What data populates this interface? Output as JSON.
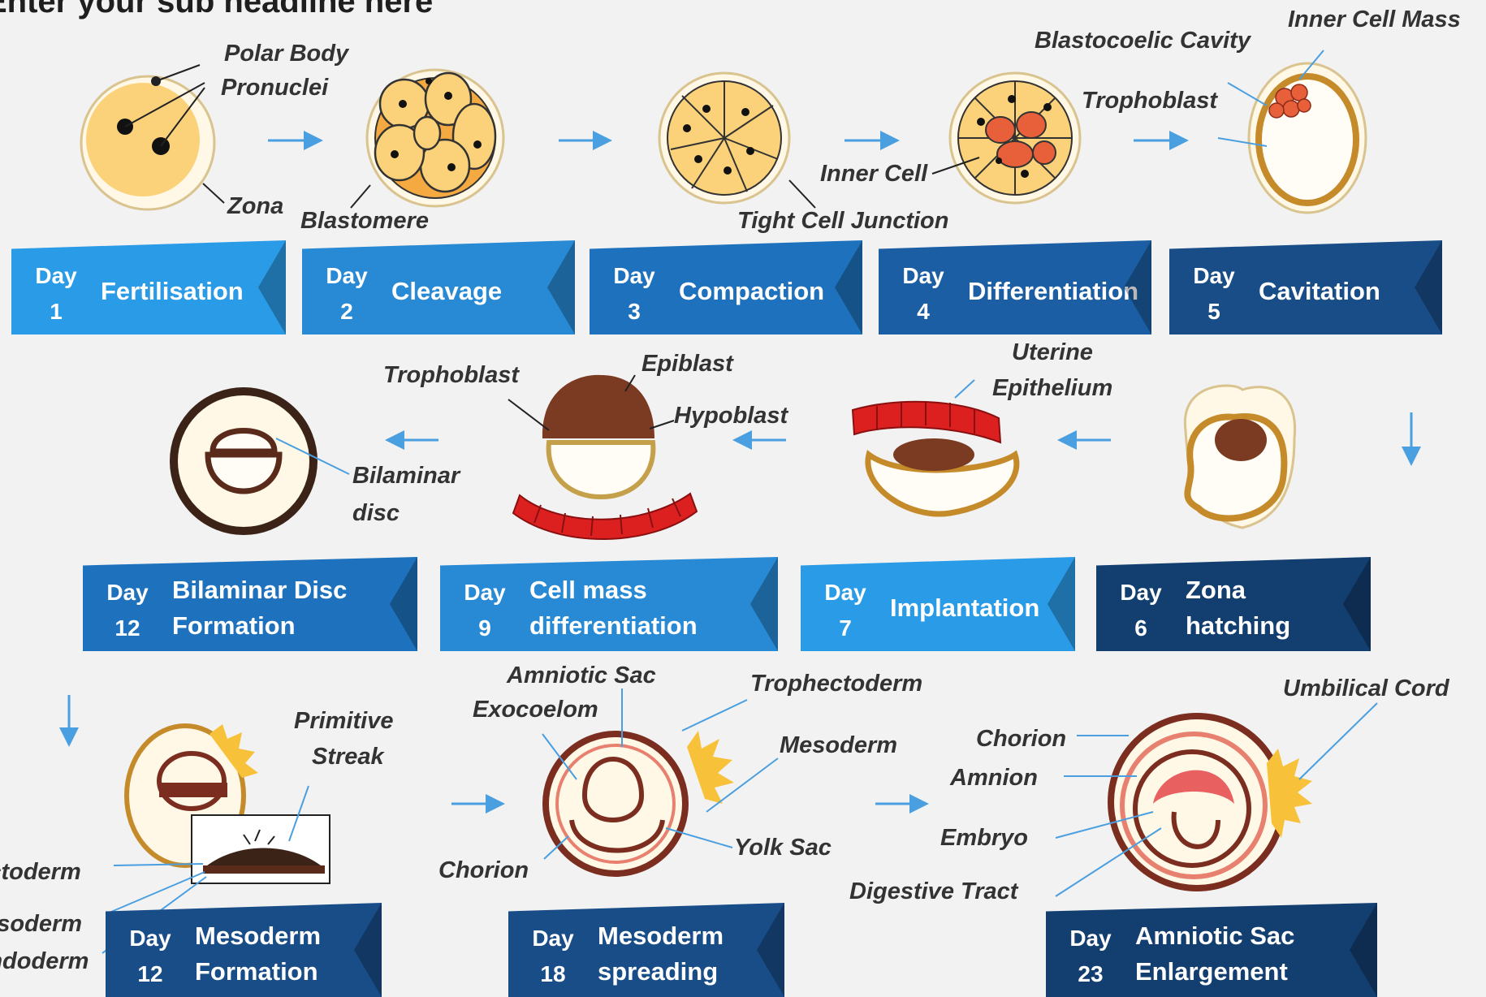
{
  "subheadline": "Enter your sub headline here",
  "colors": {
    "cell_yellow": "#fbd27a",
    "cell_orange": "#f4a941",
    "inner_cell": "#e8603a",
    "uterine_red": "#dc2020",
    "membrane_brown": "#7b2d1f",
    "arrow_blue": "#4a9fe0"
  },
  "stages": [
    {
      "day_word": "Day",
      "day_num": "1",
      "name": [
        "Fertilisation"
      ]
    },
    {
      "day_word": "Day",
      "day_num": "2",
      "name": [
        "Cleavage"
      ]
    },
    {
      "day_word": "Day",
      "day_num": "3",
      "name": [
        "Compaction"
      ]
    },
    {
      "day_word": "Day",
      "day_num": "4",
      "name": [
        "Differentiation"
      ]
    },
    {
      "day_word": "Day",
      "day_num": "5",
      "name": [
        "Cavitation"
      ]
    },
    {
      "day_word": "Day",
      "day_num": "6",
      "name": [
        "Zona",
        "hatching"
      ]
    },
    {
      "day_word": "Day",
      "day_num": "7",
      "name": [
        "Implantation"
      ]
    },
    {
      "day_word": "Day",
      "day_num": "9",
      "name": [
        "Cell mass",
        "differentiation"
      ]
    },
    {
      "day_word": "Day",
      "day_num": "12",
      "name": [
        "Bilaminar Disc",
        "Formation"
      ]
    },
    {
      "day_word": "Day",
      "day_num": "12",
      "name": [
        "Mesoderm",
        "Formation"
      ]
    },
    {
      "day_word": "Day",
      "day_num": "18",
      "name": [
        "Mesoderm",
        "spreading"
      ]
    },
    {
      "day_word": "Day",
      "day_num": "23",
      "name": [
        "Amniotic Sac",
        "Enlargement"
      ]
    }
  ],
  "labels": {
    "polar_body": "Polar Body",
    "pronuclei": "Pronuclei",
    "zona": "Zona",
    "blastomere": "Blastomere",
    "tight_cell_junction": "Tight Cell Junction",
    "inner_cell": "Inner Cell",
    "blastocoelic_cavity": "Blastocoelic Cavity",
    "trophoblast_top": "Trophoblast",
    "inner_cell_mass": "Inner Cell Mass",
    "trophoblast_mid": "Trophoblast",
    "epiblast": "Epiblast",
    "hypoblast": "Hypoblast",
    "uterine": "Uterine",
    "epithelium": "Epithelium",
    "bilaminar": "Bilaminar",
    "disc": "disc",
    "primitive": "Primitive",
    "streak": "Streak",
    "ectoderm": "Ectoderm",
    "mesoderm_left": "Mesoderm",
    "endoderm": "Endoderm",
    "amniotic_sac": "Amniotic Sac",
    "exocoelom": "Exocoelom",
    "trophectoderm": "Trophectoderm",
    "mesoderm_mid": "Mesoderm",
    "yolk_sac": "Yolk Sac",
    "chorion_mid": "Chorion",
    "umbilical_cord": "Umbilical Cord",
    "chorion_right": "Chorion",
    "amnion": "Amnion",
    "embryo": "Embryo",
    "digestive_tract": "Digestive Tract"
  }
}
